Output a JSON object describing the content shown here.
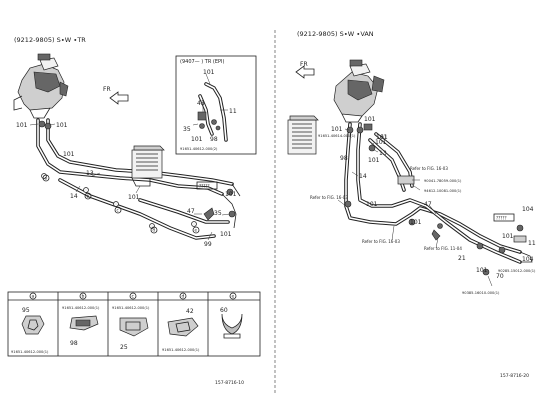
{
  "left": {
    "header": "(9212-9805) S∙W ∙TR",
    "fr_label": "FR",
    "inset_header": "(9407—            ) TR (EPI)",
    "inset_part_code": "91651-40612-000(2)",
    "callouts": [
      "101",
      "101",
      "101",
      "13",
      "14",
      "101",
      "47",
      "35",
      "101",
      "99",
      "101",
      "101",
      "43",
      "35",
      "101",
      "98",
      "11"
    ],
    "tag_label": "?????",
    "circle_marks": [
      "a",
      "b",
      "c",
      "d",
      "e"
    ],
    "table": {
      "col_headers": [
        "a",
        "b",
        "c",
        "d",
        "e"
      ],
      "cells": [
        {
          "label": "95",
          "codes": [
            "91651-40612-000(1)"
          ]
        },
        {
          "label": "98",
          "codes": [
            "91651-40612-000(1)"
          ]
        },
        {
          "label": "25",
          "codes": [
            "91651-40612-000(1)"
          ]
        },
        {
          "label": "42",
          "codes": [
            "91651-40612-000(1)"
          ]
        },
        {
          "label": "60",
          "codes": []
        }
      ]
    },
    "page_code": "157-8716-10"
  },
  "right": {
    "header": "(9212-9805) S∙W ∙VAN",
    "fr_label": "FR",
    "callouts": [
      "101",
      "101",
      "101",
      "13",
      "101",
      "14",
      "98",
      "101",
      "47",
      "101",
      "61",
      "101",
      "101",
      "101",
      "104",
      "104",
      "21",
      "11",
      "70"
    ],
    "ref_labels": [
      "Refer to FIG. 16-03",
      "Refer to FIG. 16-03",
      "Refer to FIG. 11-04",
      "Refer to FIG. 16-03"
    ],
    "part_codes": [
      "91651-40614-000(1)",
      "90041-78059-000(1)",
      "94612-10081-000(1)",
      "90285-15012-000(1)",
      "90385-16010-000(1)"
    ],
    "tag_label": "?????",
    "page_code": "157-8716-20"
  }
}
